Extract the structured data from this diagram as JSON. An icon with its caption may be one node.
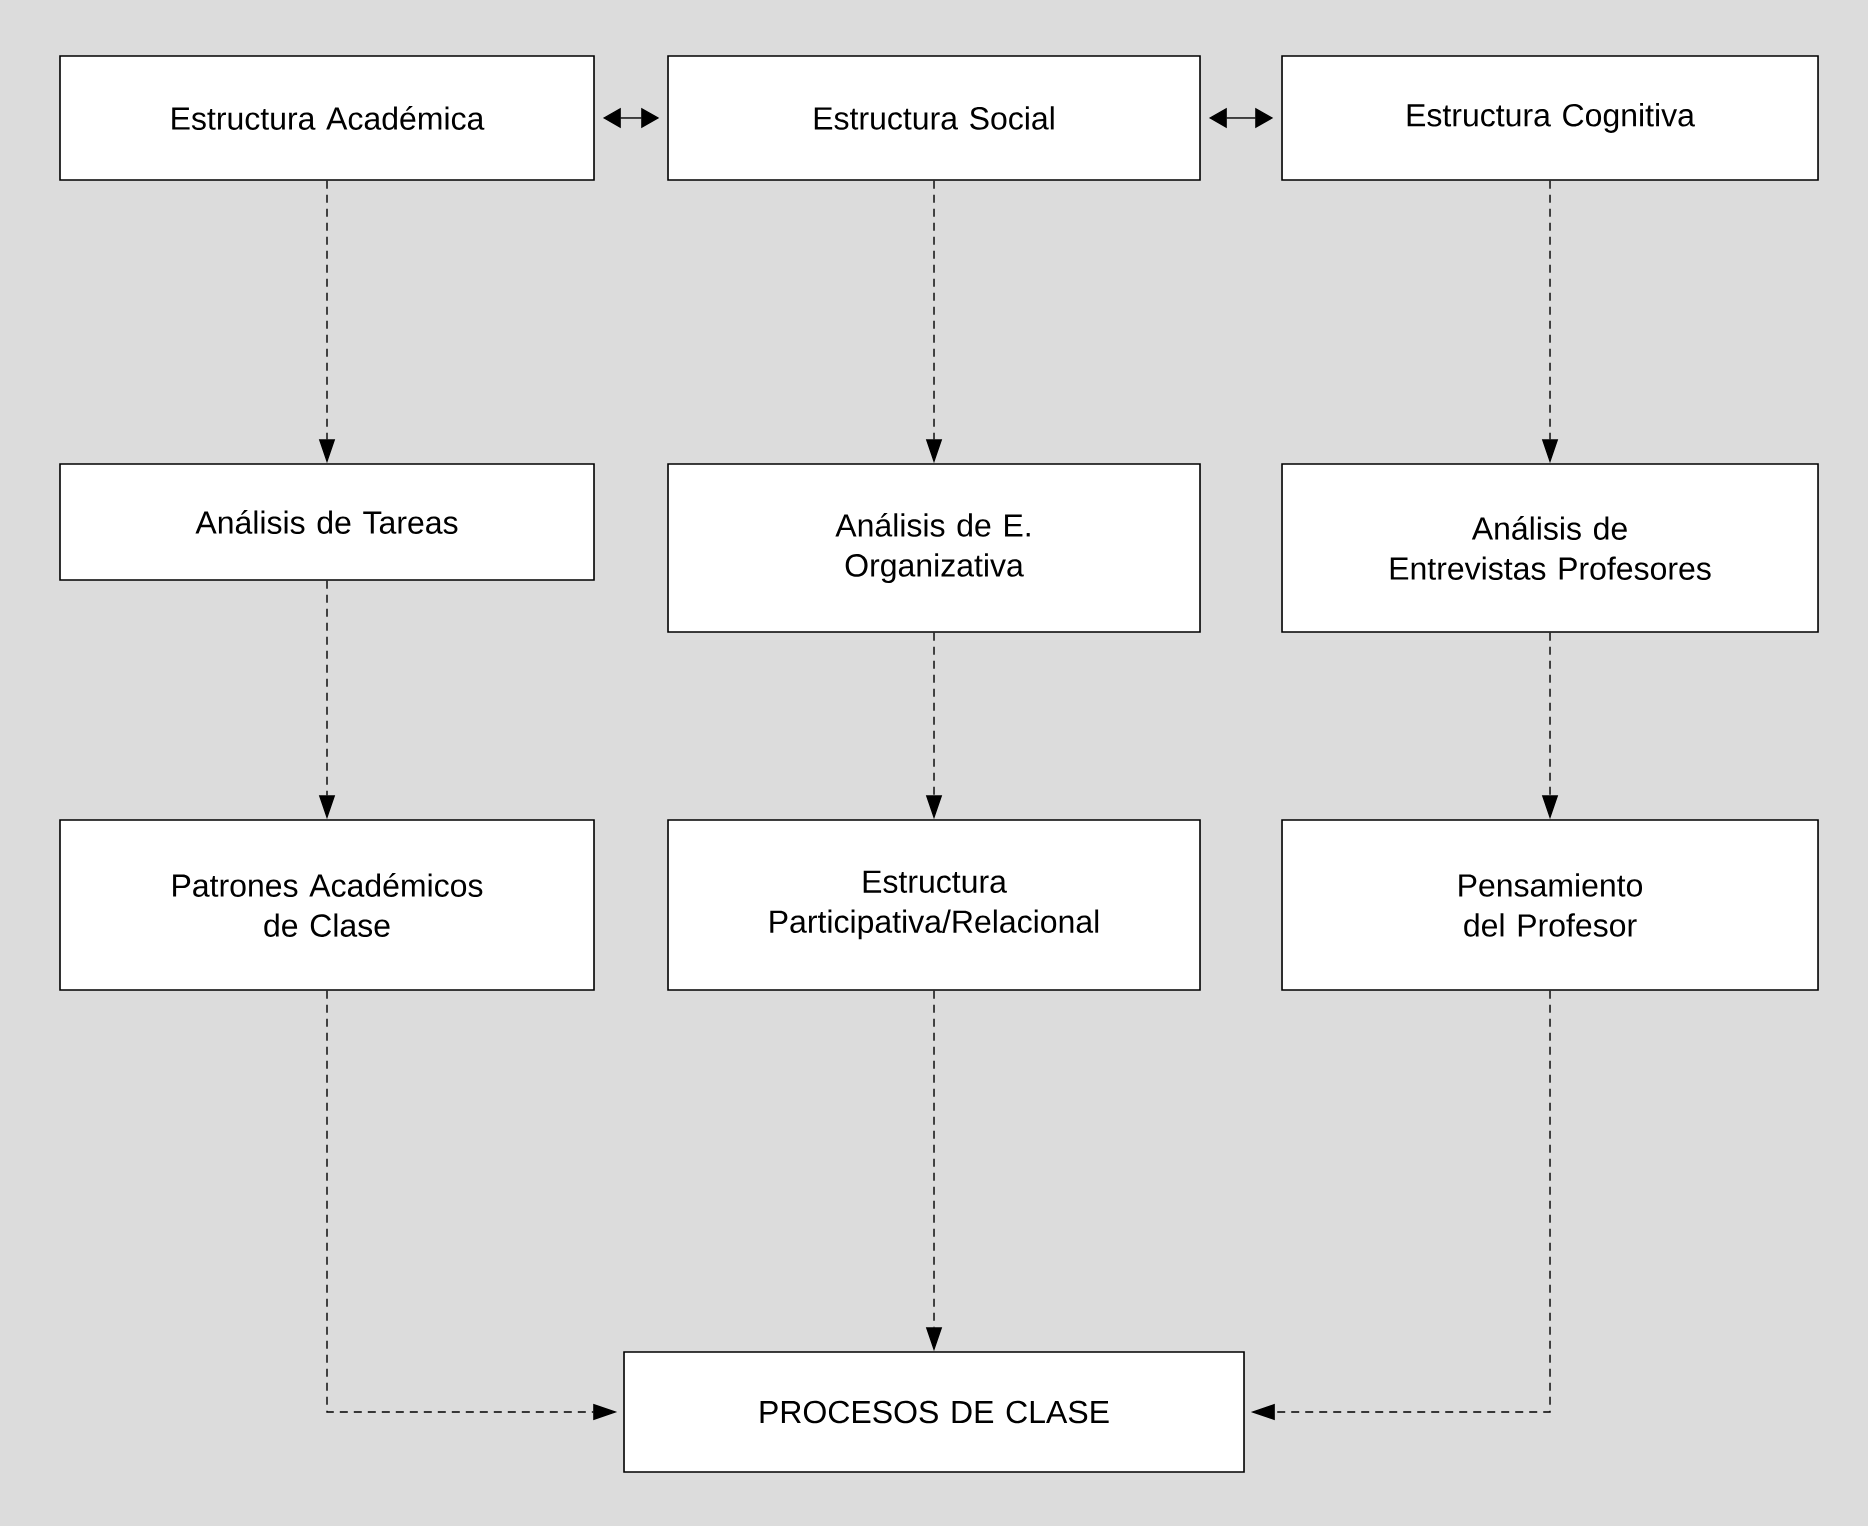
{
  "diagram": {
    "nodes": [
      {
        "text": [
          "Estructura Académica"
        ]
      },
      {
        "text": [
          "Estructura Social"
        ]
      },
      {
        "text": [
          "Estructura Cognitiva"
        ]
      },
      {
        "text": [
          "Análisis de Tareas"
        ]
      },
      {
        "text": [
          "Análisis de E. Organizativa"
        ]
      },
      {
        "text": [
          "Análisis de Entrevistas Profesores"
        ]
      },
      {
        "text": [
          "Patrones Académicos de Clase"
        ]
      },
      {
        "text": [
          "Estructura Participativa/Relacional"
        ]
      },
      {
        "text": [
          "Pensamiento del Profesor"
        ]
      },
      {
        "text": [
          "PROCESOS DE CLASE"
        ]
      }
    ],
    "edges": [
      {
        "from": 0,
        "to": 1,
        "arrow": "both"
      },
      {
        "from": 1,
        "to": 2,
        "arrow": "both"
      },
      {
        "from": 0,
        "to": 3,
        "arrow": "to",
        "style": "dashed"
      },
      {
        "from": 1,
        "to": 4,
        "arrow": "to",
        "style": "dashed"
      },
      {
        "from": 2,
        "to": 5,
        "arrow": "to",
        "style": "dashed"
      },
      {
        "from": 3,
        "to": 6,
        "arrow": "to",
        "style": "dashed"
      },
      {
        "from": 4,
        "to": 7,
        "arrow": "to",
        "style": "dashed"
      },
      {
        "from": 5,
        "to": 8,
        "arrow": "to",
        "style": "dashed"
      },
      {
        "from": 6,
        "to": 9,
        "arrow": "to",
        "style": "dashed"
      },
      {
        "from": 7,
        "to": 9,
        "arrow": "to",
        "style": "dashed"
      },
      {
        "from": 8,
        "to": 9,
        "arrow": "to",
        "style": "dashed"
      }
    ]
  }
}
